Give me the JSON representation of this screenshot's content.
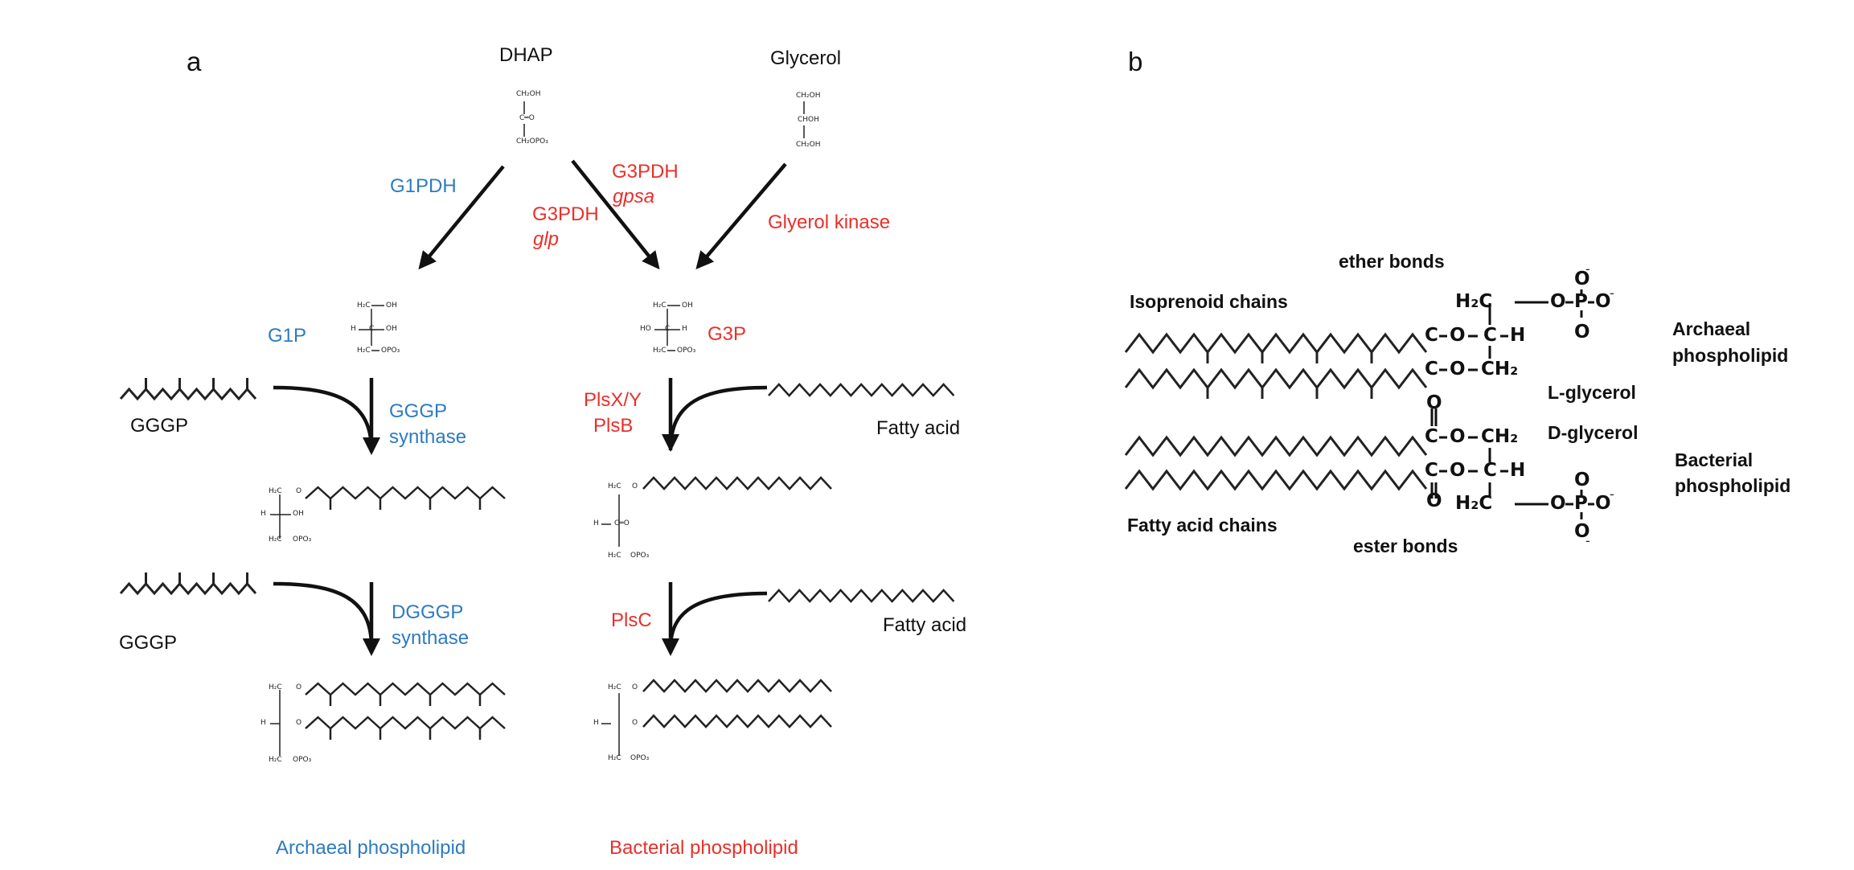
{
  "panel_a": {
    "panel_label": "a",
    "dhap": "DHAP",
    "glycerol": "Glycerol",
    "g1pdh": "G1PDH",
    "g3pdh_gpsa": "G3PDH",
    "gpsa": "gpsa",
    "g3pdh_glp": "G3PDH",
    "glp": "glp",
    "glycerol_kinase": "Glyerol kinase",
    "g1p": "G1P",
    "g3p": "G3P",
    "gggp_1": "GGGP",
    "gggp_2": "GGGP",
    "gggp_synthase_1": "GGGP",
    "gggp_synthase_2": "synthase",
    "dgggp_synthase_1": "DGGGP",
    "dgggp_synthase_2": "synthase",
    "plsxy": "PlsX/Y",
    "plsb": "PlsB",
    "plsc": "PlsC",
    "fatty_acid_1": "Fatty acid",
    "fatty_acid_2": "Fatty acid",
    "archaeal_phospholipid": "Archaeal phospholipid",
    "bacterial_phospholipid": "Bacterial phospholipid",
    "colors": {
      "archaeal": "#2c7bc0",
      "bacterial": "#e8302a"
    }
  },
  "panel_b": {
    "panel_label": "b",
    "ether_bonds": "ether bonds",
    "isoprenoid_chains": "Isoprenoid chains",
    "archaeal_phospholipid_1": "Archaeal",
    "archaeal_phospholipid_2": "phospholipid",
    "l_glycerol": "L-glycerol",
    "d_glycerol": "D-glycerol",
    "bacterial_phospholipid_1": "Bacterial",
    "bacterial_phospholipid_2": "phospholipid",
    "fatty_acid_chains": "Fatty acid chains",
    "ester_bonds": "ester bonds",
    "atoms": {
      "h2c": "H₂C",
      "ch2": "CH₂",
      "o": "O",
      "p": "P",
      "c": "C",
      "h": "H",
      "neg": "-"
    }
  },
  "small_formula": {
    "ch2oh": "CH₂OH",
    "choh": "CHOH",
    "c_eq_o": "C═O",
    "ch2opo3": "CH₂OPO₃",
    "oh": "OH",
    "h": "H",
    "ho": "HO",
    "opo3": "OPO₃",
    "h2c": "H₂C",
    "c": "C",
    "o": "O"
  }
}
